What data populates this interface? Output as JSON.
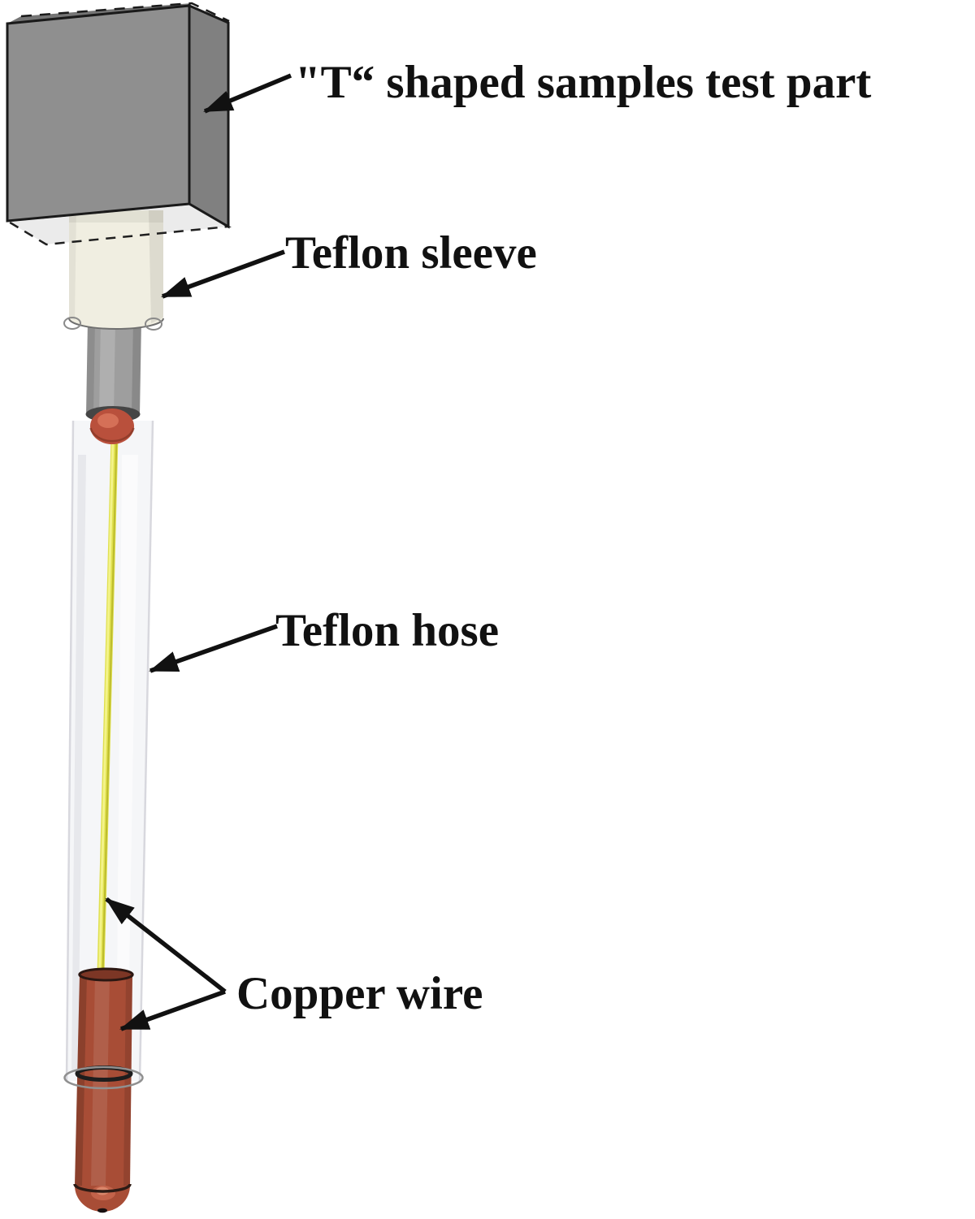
{
  "figure": {
    "labels": {
      "test_part": "\"T“ shaped samples test part",
      "sleeve": "Teflon sleeve",
      "hose": "Teflon hose",
      "wire": "Copper wire"
    },
    "colors": {
      "block_front": "#8f8f8f",
      "block_side": "#808080",
      "block_top": "#757575",
      "block_bottom": "#ebebeb",
      "sleeve": "#f0eee1",
      "rod": "#9e9e9e",
      "rod_collar": "#454545",
      "tip": "#b9503c",
      "wire": "#dfdf4d",
      "hose": "#eff0f4",
      "copper": "#a84d36",
      "annotation": "#111111"
    }
  }
}
